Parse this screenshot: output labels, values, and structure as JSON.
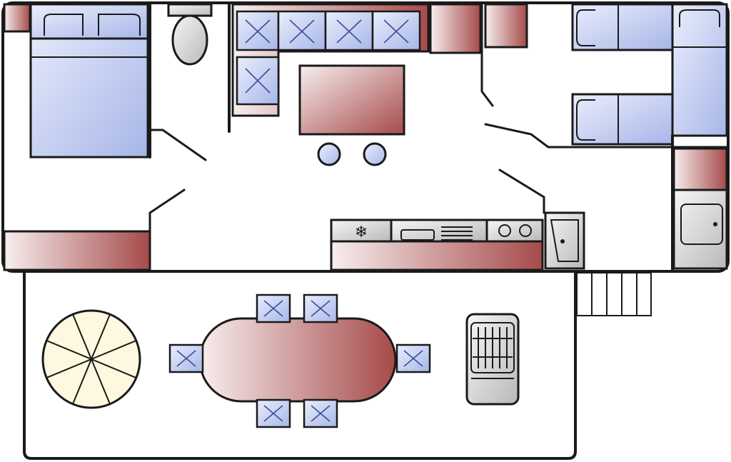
{
  "colors": {
    "floor_interior": "#fdfce6",
    "floor_terrace": "#ffffff",
    "furniture_red_light": "#f7eeee",
    "furniture_red_dark": "#a64a4a",
    "fabric_blue_light": "#eaeefc",
    "fabric_blue_dark": "#a7b6e8",
    "appliance_grey_light": "#f6f6f6",
    "appliance_grey_dark": "#b9b9b9",
    "parasol_fill": "#fdf8df",
    "outline": "#1a1a1a"
  },
  "icons": {
    "freezer": "snowflake-icon",
    "sink": "sink-icon",
    "hob": "hob-icon",
    "barbecue": "barbecue-grill-icon",
    "parasol": "parasol-icon"
  },
  "glyphs": {
    "snowflake": "❄"
  },
  "counts": {
    "terrace_chairs": 6,
    "kitchen_stools": 2,
    "bunk_beds": 2,
    "hob_burners": 2,
    "step_treads": 5
  }
}
